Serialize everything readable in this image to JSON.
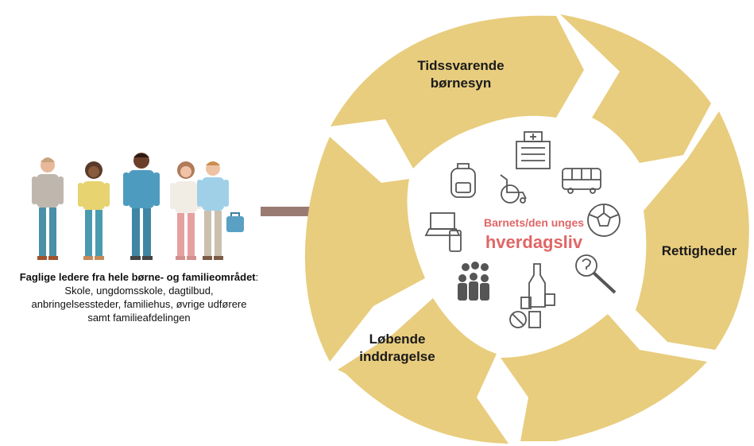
{
  "caption": {
    "lead": "Faglige ledere fra hele børne- og familieområdet",
    "colon": ":",
    "lines": [
      "Skole, ungdomsskole, dagtilbud,",
      "anbringelsessteder, familiehus, øvrige udførere",
      "samt familieafdelingen"
    ]
  },
  "cycle": {
    "segments": [
      {
        "label_line1": "Tidssvarende",
        "label_line2": "børnesyn"
      },
      {
        "label_line1": "Rettigheder"
      },
      {
        "label_line1": "Løbende",
        "label_line2": "inddragelse"
      }
    ],
    "center": {
      "title_small": "Barnets/den unges",
      "title_large": "hverdagsliv",
      "icons": [
        "hospital-icon",
        "backpack-icon",
        "wheelchair-icon",
        "bus-icon",
        "laptop-phone-icon",
        "soccer-ball-icon",
        "help-search-icon",
        "crowd-icon",
        "bottle-pills-icon"
      ]
    }
  },
  "colors": {
    "segment_fill": "#e8cd7e",
    "arrow": "#9a7b73",
    "accent_text": "#e06666",
    "icon_stroke": "#555555"
  }
}
